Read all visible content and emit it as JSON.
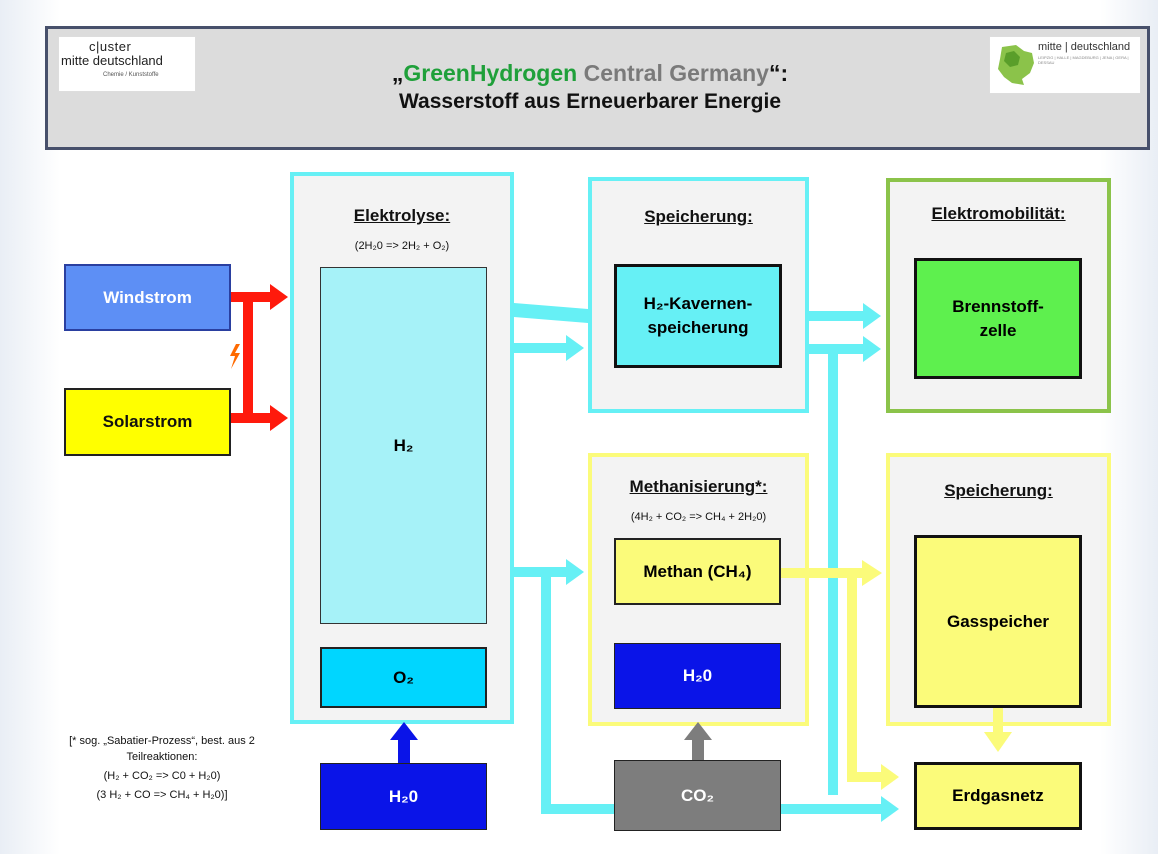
{
  "header": {
    "title_open_quote": "„",
    "title_green": "Green",
    "title_hydrogen": "Hydrogen",
    "title_central": " Central Germany",
    "title_close": "“:",
    "subtitle": "Wasserstoff aus Erneuerbarer Energie",
    "logo_left": {
      "line1": "c|uster",
      "line2": "mitte deutschland",
      "line3": "Chemie / Kunststoffe"
    },
    "logo_right": {
      "name": "mitte | deutschland",
      "sub": "LEIPZIG | HALLE | MAGDEBURG | JENA | GERA | DESSAU"
    }
  },
  "sources": {
    "wind": "Windstrom",
    "solar": "Solarstrom"
  },
  "electrolysis": {
    "title": "Elektrolyse:",
    "equation": "(2H₂0 => 2H₂ + O₂)",
    "h2": "H₂",
    "o2": "O₂"
  },
  "storage_top": {
    "title": "Speicherung:",
    "box": "H₂-Kavernen-speicherung"
  },
  "mobility": {
    "title": "Elektromobilität:",
    "box": "Brennstoff-zelle"
  },
  "methanation": {
    "title": "Methanisierung*:",
    "equation": "(4H₂ + CO₂ => CH₄ + 2H₂0)",
    "methane": "Methan (CH₄)",
    "water": "H₂0"
  },
  "storage_bottom": {
    "title": "Speicherung:",
    "box": "Gasspeicher"
  },
  "inputs": {
    "water": "H₂0",
    "co2": "CO₂"
  },
  "grid": "Erdgasnetz",
  "footnote": {
    "line1": "[* sog. „Sabatier-Prozess“, best. aus 2 Teilreaktionen:",
    "line2": "(H₂ + CO₂ => C0 + H₂0)",
    "line3": "(3 H₂ + CO => CH₄ + H₂0)]"
  },
  "colors": {
    "cyan": "#66f0f5",
    "green": "#5ef04e",
    "yellow": "#fbfb7a",
    "blue": "#0a14e8",
    "gray": "#7d7d7d",
    "red": "#ff1a0c"
  }
}
